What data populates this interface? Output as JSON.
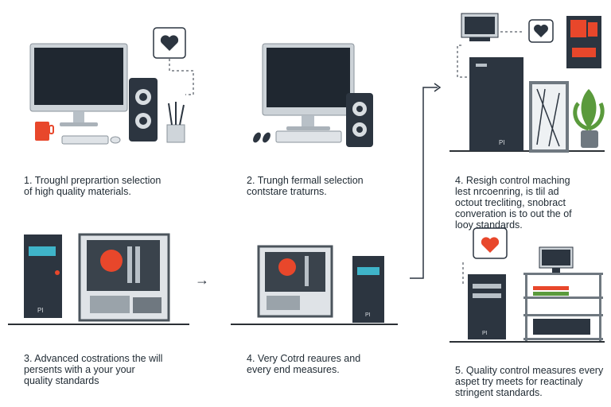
{
  "steps": [
    {
      "number": "1.",
      "text": "Troughl preprartion selection\nof high quality materials."
    },
    {
      "number": "2.",
      "text": "Trungh fermall selection\ncontstare traturns."
    },
    {
      "number": "3.",
      "text": "Advanced costrations the will\npersents with a your your\nquality standards"
    },
    {
      "number": "4.",
      "text": "Very Cotrd reaures and\nevery end measures."
    },
    {
      "number": "4.",
      "text": "Resigh control maching\nlest nrcoenring, is tlil ad\noctout trecliting, snobract\nconveration is to out the of\nlooy standards."
    },
    {
      "number": "5.",
      "text": "Quality control measures every\naspet try meets for reactinaly\nstringent standards."
    }
  ],
  "tower_label": "PI",
  "colors": {
    "dark": "#2c3540",
    "screen": "#1f2730",
    "accent_red": "#e8472b",
    "heart": "#e8472b",
    "cyan": "#3fb4c9",
    "plant": "#5a9a3c"
  }
}
